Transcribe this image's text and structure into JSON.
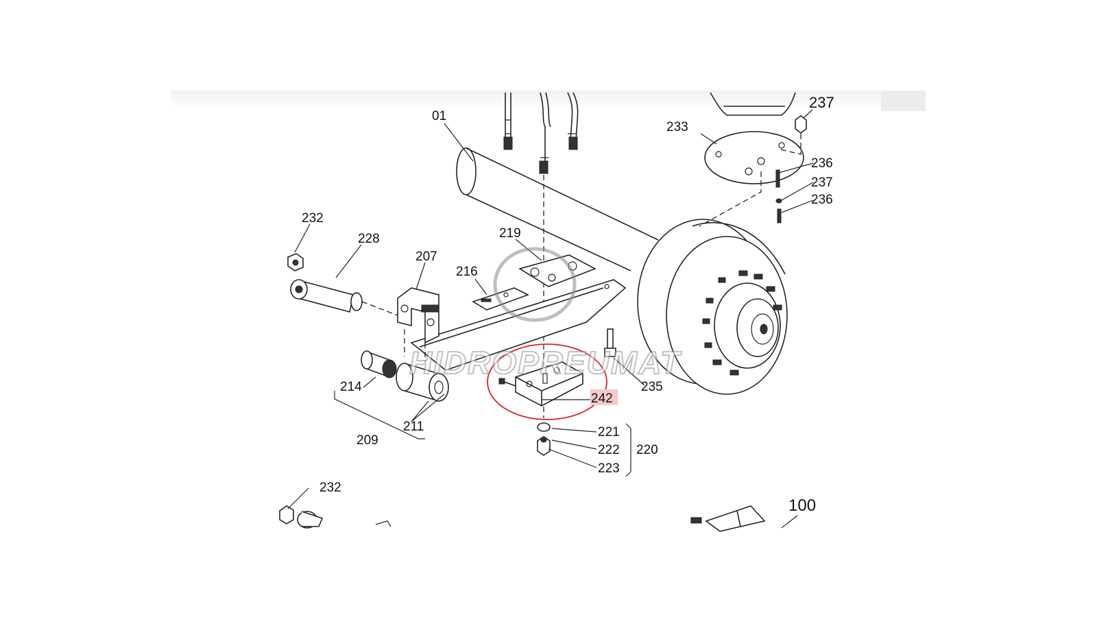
{
  "watermark": {
    "text": "HIDROPREUMAT"
  },
  "highlight": {
    "callout": "242",
    "color": "#e02020",
    "label_bg": "#f6c9c9"
  },
  "callouts": {
    "c01": "01",
    "c237a": "237",
    "c233": "233",
    "c236a": "236",
    "c237b": "237",
    "c236b": "236",
    "c232a": "232",
    "c228": "228",
    "c207": "207",
    "c216": "216",
    "c219": "219",
    "c214": "214",
    "c211": "211",
    "c209": "209",
    "c242": "242",
    "c235": "235",
    "c221": "221",
    "c222": "222",
    "c223": "223",
    "c220": "220",
    "c232b": "232",
    "c100": "100"
  }
}
